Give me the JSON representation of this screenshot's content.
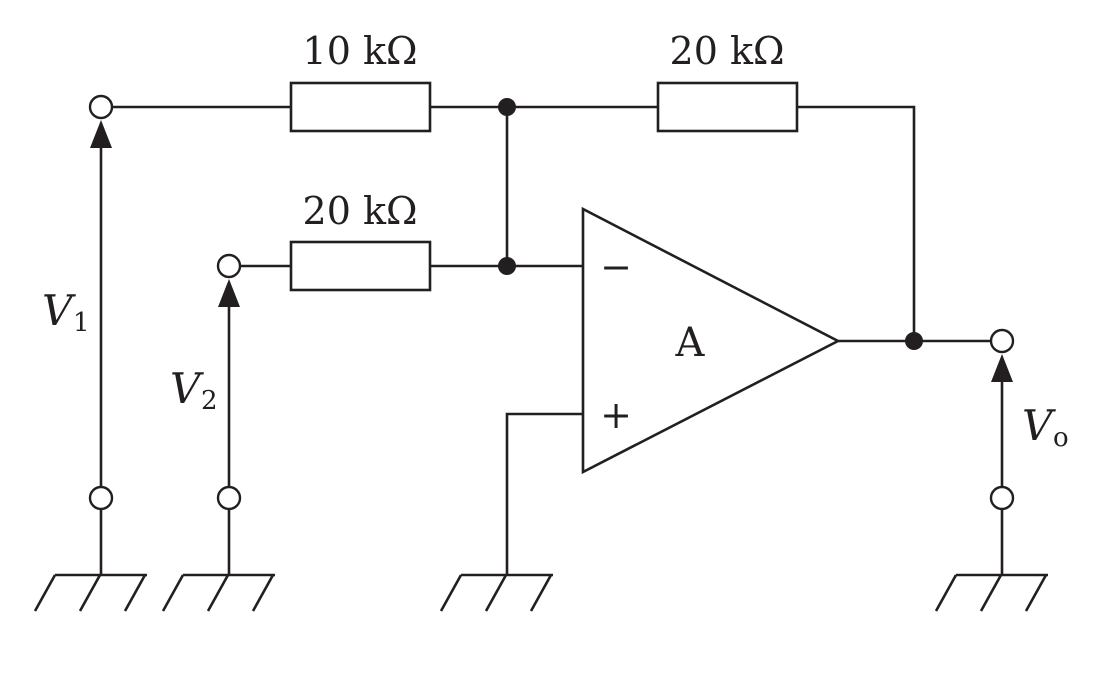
{
  "diagram": {
    "components": {
      "r1": {
        "label": "10 kΩ"
      },
      "r2": {
        "label": "20 kΩ"
      },
      "rf": {
        "label": "20 kΩ"
      },
      "opamp": {
        "label": "A",
        "inverting_symbol": "−",
        "noninverting_symbol": "+"
      }
    },
    "signals": {
      "v1": {
        "symbol": "V",
        "subscript": "1"
      },
      "v2": {
        "symbol": "V",
        "subscript": "2"
      },
      "vo": {
        "symbol": "V",
        "subscript": "o"
      }
    },
    "colors": {
      "ink": "#231f20",
      "background": "#ffffff"
    }
  }
}
